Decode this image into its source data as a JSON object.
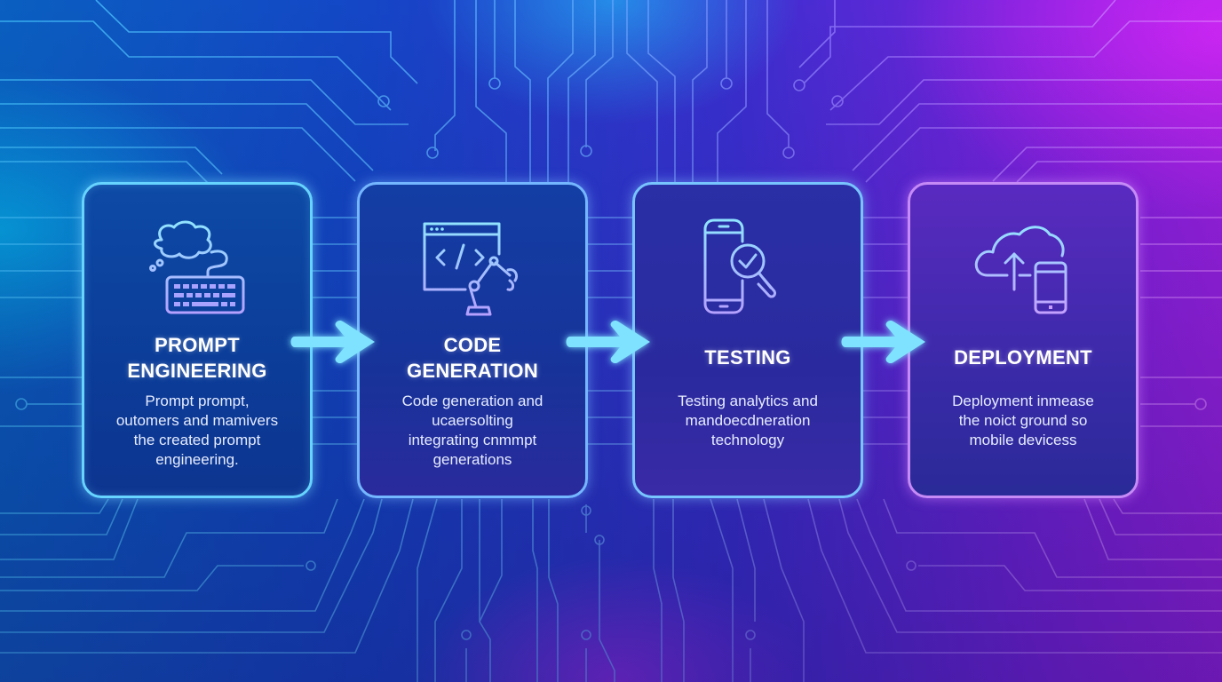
{
  "diagram": {
    "type": "process-flow",
    "direction": "left-to-right",
    "colors": {
      "background_left": "#0a5fc0",
      "background_right": "#9a20e0",
      "circuit_line_left": "#4fb8ff",
      "circuit_line_right": "#d67cff",
      "arrow": "#7fe3ff",
      "card_border_blue": "#66d4ff",
      "card_border_purple": "#c58af5",
      "title_text": "#ffffff",
      "body_text": "#e6ecff"
    },
    "steps": [
      {
        "icon": "thought-cloud-keyboard-icon",
        "title_lines": [
          "PROMPT",
          "ENGINEERING"
        ],
        "desc_lines": [
          "Prompt prompt,",
          "outomers and mamivers",
          "the created prompt",
          "engineering."
        ]
      },
      {
        "icon": "code-window-robot-arm-icon",
        "title_lines": [
          "CODE",
          "GENERATION"
        ],
        "desc_lines": [
          "Code generation and",
          "ucaersolting",
          "integrating cnmmpt",
          "generations"
        ]
      },
      {
        "icon": "phone-magnifier-check-icon",
        "title_lines": [
          "TESTING"
        ],
        "desc_lines": [
          "Testing analytics and",
          "mandoecdneration",
          "technology"
        ]
      },
      {
        "icon": "cloud-upload-phone-icon",
        "title_lines": [
          "DEPLOYMENT"
        ],
        "desc_lines": [
          "Deployment inmease",
          "the noict ground so",
          "mobile devicess"
        ]
      }
    ],
    "connectors": [
      {
        "from": 0,
        "to": 1,
        "icon": "arrow-right-icon"
      },
      {
        "from": 1,
        "to": 2,
        "icon": "arrow-right-icon"
      },
      {
        "from": 2,
        "to": 3,
        "icon": "arrow-right-icon"
      }
    ]
  }
}
